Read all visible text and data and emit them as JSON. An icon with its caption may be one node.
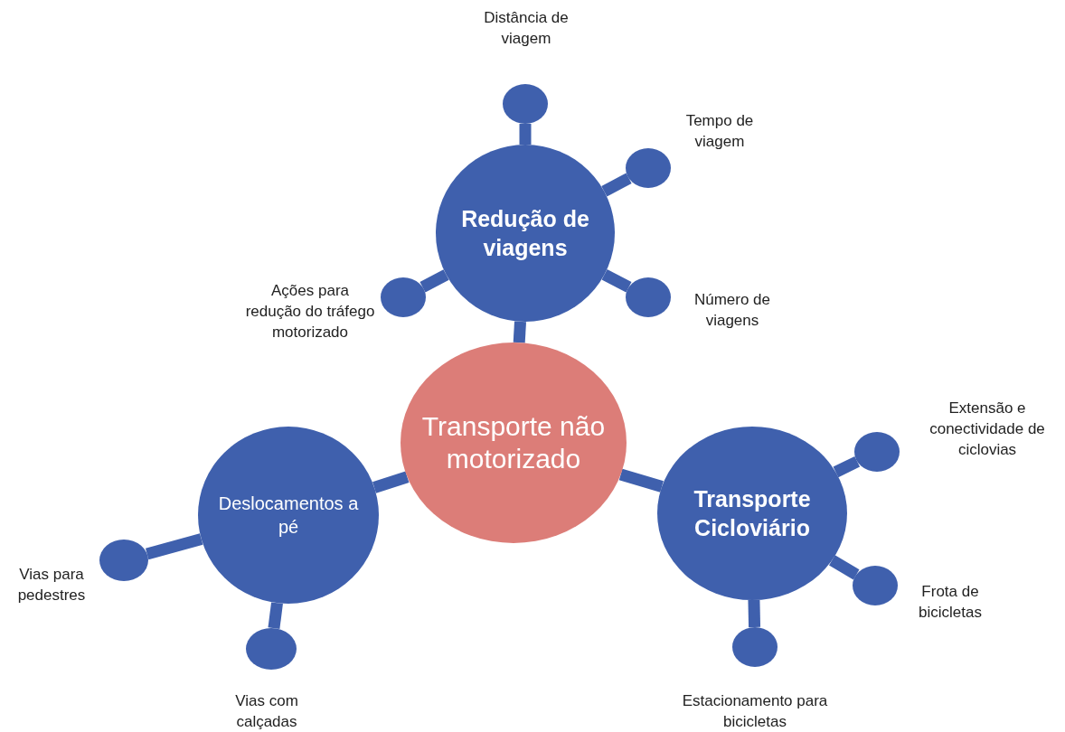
{
  "diagram": {
    "nodes": [
      {
        "text": [
          "Transporte não motorizado"
        ]
      },
      {
        "text": [
          "Redução de viagens"
        ]
      },
      {
        "text": [
          "Deslocamentos a pé"
        ]
      },
      {
        "text": [
          "Transporte Cicloviário"
        ]
      },
      {
        "text": [],
        "shape": "circle",
        "beside": [
          "Distância de viagem"
        ]
      },
      {
        "text": [],
        "shape": "circle",
        "beside": [
          "Tempo de viagem"
        ]
      },
      {
        "text": [],
        "shape": "circle",
        "beside": [
          "Número de viagens"
        ]
      },
      {
        "text": [],
        "shape": "circle",
        "beside": [
          "Ações para redução do tráfego motorizado"
        ]
      },
      {
        "text": [],
        "shape": "circle",
        "beside": [
          "Extensão e conectividade de ciclovias"
        ]
      },
      {
        "text": [],
        "shape": "circle",
        "beside": [
          "Frota de bicicletas"
        ]
      },
      {
        "text": [],
        "shape": "circle",
        "beside": [
          "Estacionamento para bicicletas"
        ]
      },
      {
        "text": [],
        "shape": "circle",
        "beside": [
          "Vias para pedestres"
        ]
      },
      {
        "text": [],
        "shape": "circle",
        "beside": [
          "Vias com calçadas"
        ]
      }
    ],
    "edges": [
      {
        "from": 0,
        "to": 1,
        "arrow": "none"
      },
      {
        "from": 0,
        "to": 2,
        "arrow": "none"
      },
      {
        "from": 0,
        "to": 3,
        "arrow": "none"
      },
      {
        "from": 1,
        "to": 4,
        "arrow": "none"
      },
      {
        "from": 1,
        "to": 5,
        "arrow": "none"
      },
      {
        "from": 1,
        "to": 6,
        "arrow": "none"
      },
      {
        "from": 1,
        "to": 7,
        "arrow": "none"
      },
      {
        "from": 3,
        "to": 8,
        "arrow": "none"
      },
      {
        "from": 3,
        "to": 9,
        "arrow": "none"
      },
      {
        "from": 3,
        "to": 10,
        "arrow": "none"
      },
      {
        "from": 2,
        "to": 11,
        "arrow": "none"
      },
      {
        "from": 2,
        "to": 12,
        "arrow": "none"
      }
    ]
  }
}
